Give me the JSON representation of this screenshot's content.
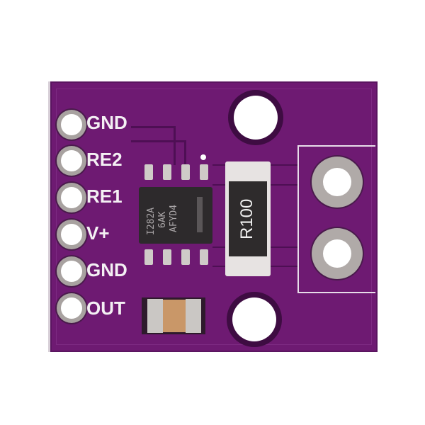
{
  "scene": {
    "subject": "purple PCB current-sense breakout module",
    "background_color": "#ffffff",
    "board_color": "#6e1a72"
  },
  "pins": [
    {
      "label": "GND"
    },
    {
      "label": "RE2"
    },
    {
      "label": "RE1"
    },
    {
      "label": "V+"
    },
    {
      "label": "GND"
    },
    {
      "label": "OUT"
    }
  ],
  "ic": {
    "marking_line1": "I282A",
    "marking_line2": "6AK",
    "marking_line3": "AFYD4"
  },
  "resistor": {
    "marking": "R100"
  }
}
